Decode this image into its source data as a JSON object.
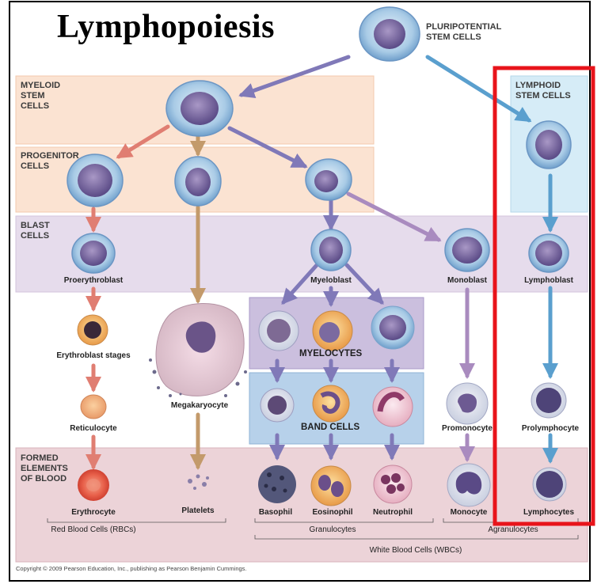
{
  "title": "Lymphopoiesis",
  "sections": {
    "pluripotential": [
      "PLURIPOTENTIAL",
      "STEM CELLS"
    ],
    "myeloid": [
      "MYELOID",
      "STEM",
      "CELLS"
    ],
    "progenitor": [
      "PROGENITOR",
      "CELLS"
    ],
    "blast": [
      "BLAST",
      "CELLS"
    ],
    "lymphoid": [
      "LYMPHOID",
      "STEM CELLS"
    ],
    "formed": [
      "FORMED",
      "ELEMENTS",
      "OF BLOOD"
    ],
    "myelocytes": "MYELOCYTES",
    "band_cells": "BAND CELLS"
  },
  "cells": {
    "proerythroblast": "Proerythroblast",
    "myeloblast": "Myeloblast",
    "monoblast": "Monoblast",
    "lymphoblast": "Lymphoblast",
    "erythroblast_stages": "Erythroblast stages",
    "megakaryocyte": "Megakaryocyte",
    "reticulocyte": "Reticulocyte",
    "promonocyte": "Promonocyte",
    "prolymphocyte": "Prolymphocyte",
    "erythrocyte": "Erythrocyte",
    "platelets": "Platelets",
    "basophil": "Basophil",
    "eosinophil": "Eosinophil",
    "neutrophil": "Neutrophil",
    "monocyte": "Monocyte",
    "lymphocytes": "Lymphocytes"
  },
  "groups": {
    "rbc": "Red Blood Cells (RBCs)",
    "granulocytes": "Granulocytes",
    "agranulocytes": "Agranulocytes",
    "wbc": "White Blood Cells (WBCs)"
  },
  "copyright": "Copyright © 2009 Pearson Education, Inc., publishing as Pearson Benjamin Cummings.",
  "colors": {
    "highlight": "#e8141b",
    "myeloid_band": "#fbe3d2",
    "blast_band": "#e6dcec",
    "lymphoid_band": "#d6ecf7",
    "formed_band": "#ecd3d8",
    "myelocyte_band": "#cbbfde",
    "bandcell_band": "#b7d1ea"
  }
}
